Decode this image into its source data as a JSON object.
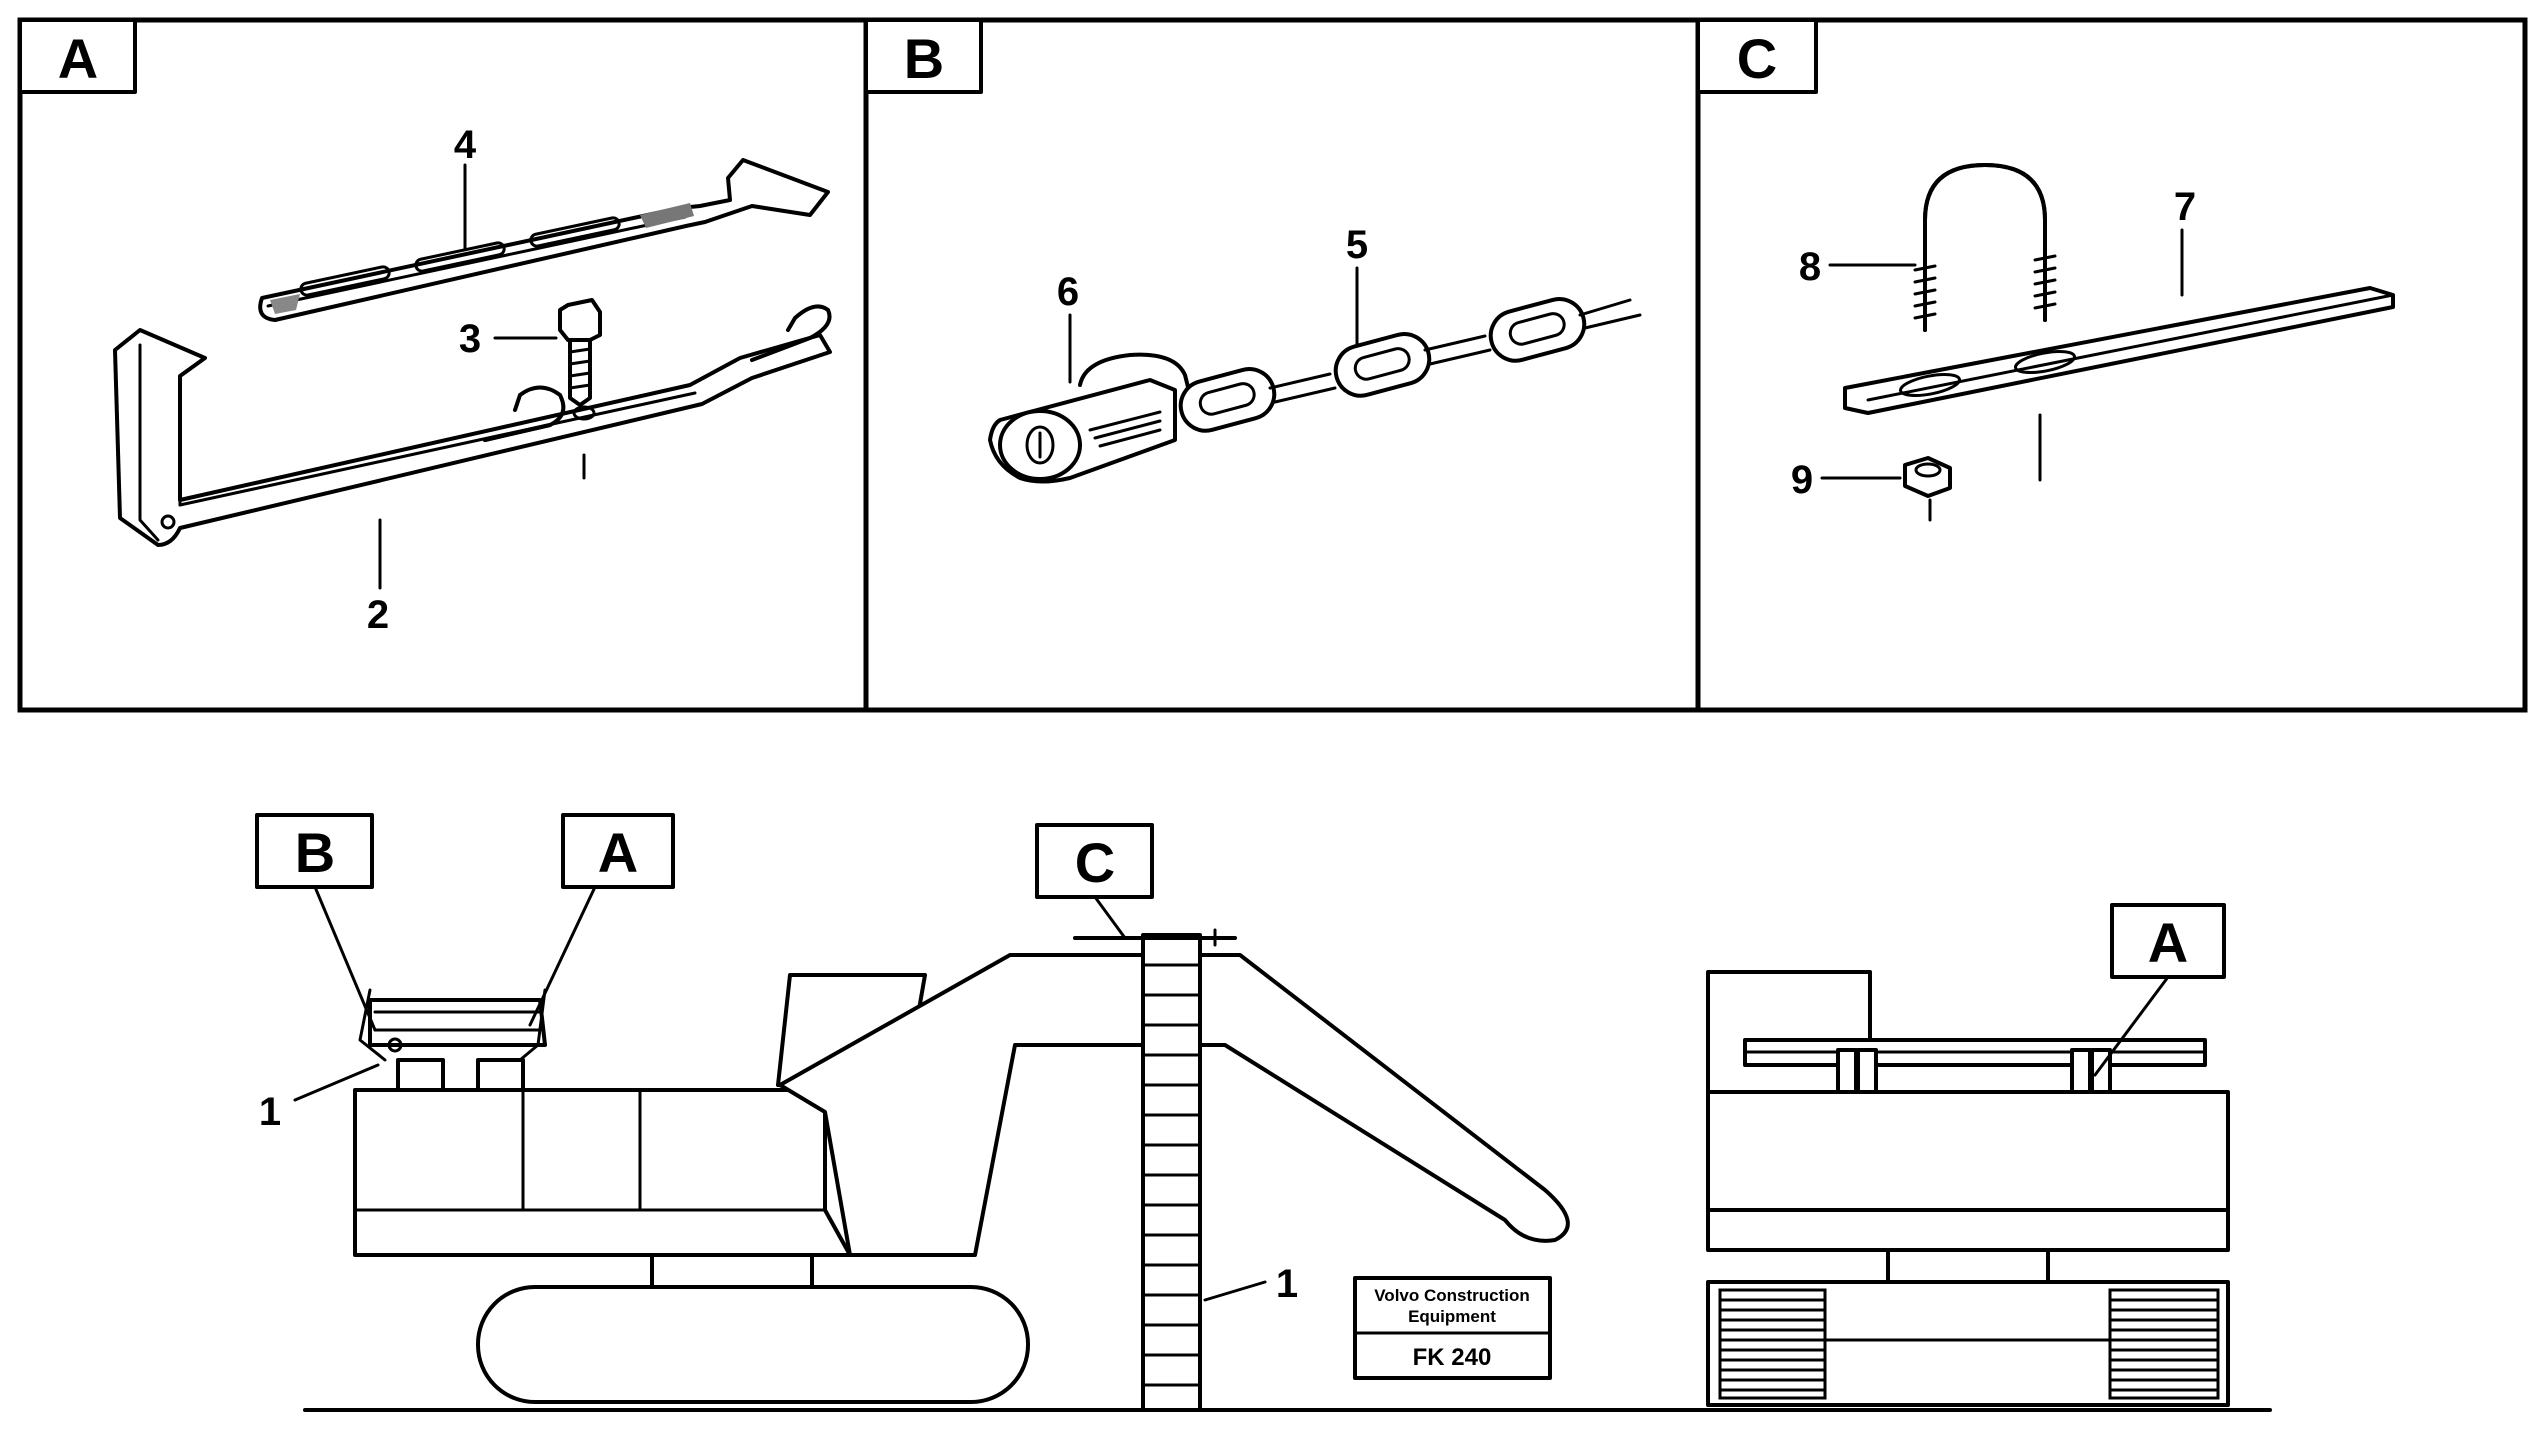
{
  "panels": [
    {
      "letter": "A",
      "callouts": [
        "4",
        "3",
        "2"
      ]
    },
    {
      "letter": "B",
      "callouts": [
        "6",
        "5"
      ]
    },
    {
      "letter": "C",
      "callouts": [
        "8",
        "7",
        "9"
      ]
    }
  ],
  "machine": {
    "callouts": {
      "b": "B",
      "a1": "A",
      "c": "C",
      "a2": "A",
      "one_left": "1",
      "one_ladder": "1"
    }
  },
  "stamp": {
    "line1": "Volvo Construction",
    "line2": "Equipment",
    "code": "FK 240"
  }
}
